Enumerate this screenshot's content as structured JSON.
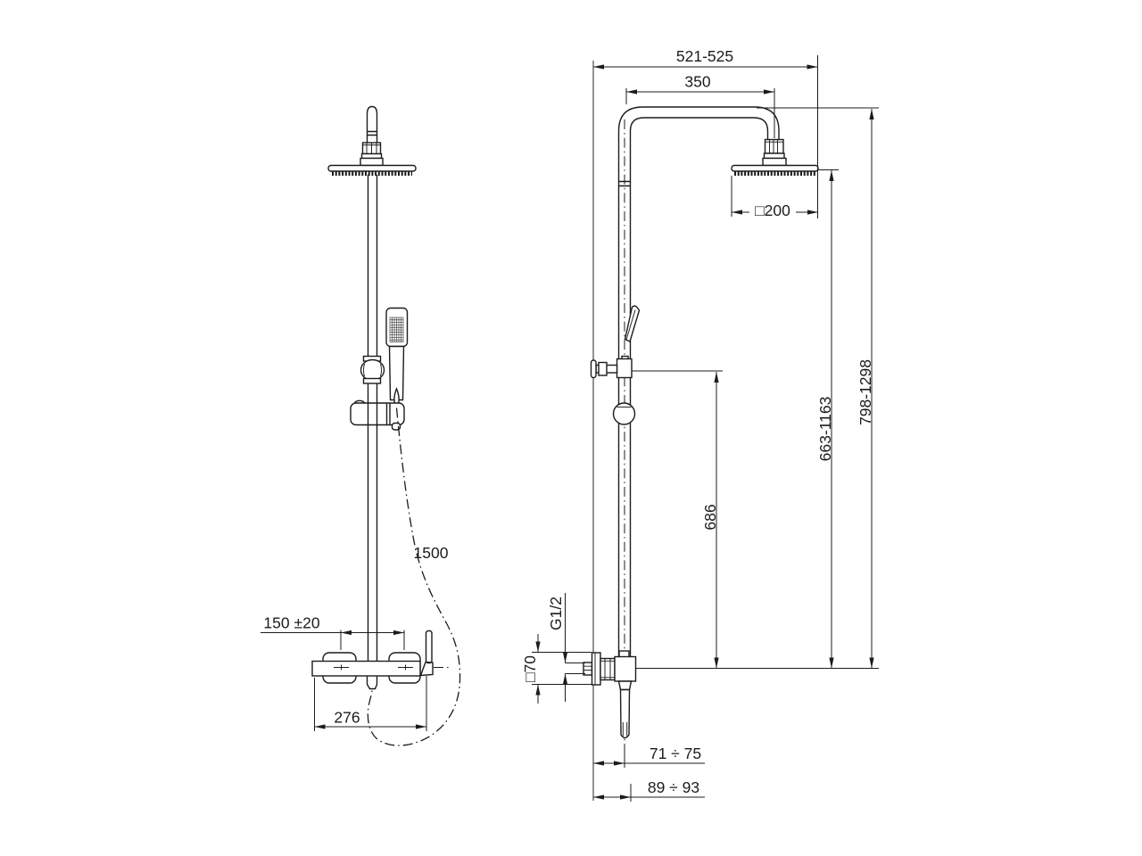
{
  "drawing": {
    "type": "technical-installation-drawing",
    "subject": "shower column with overhead shower, hand shower and wall mixer",
    "background_color": "#ffffff",
    "line_color": "#1c1c1c",
    "views": [
      "front-view",
      "side-view"
    ],
    "dimensions": {
      "top_width": "521-525",
      "arm_reach": "350",
      "head_width": "□200",
      "overall_height": "798-1298",
      "head_height": "663-1163",
      "holder_height": "686",
      "hose_length": "1500",
      "inlet_spacing": "150 ±20",
      "mixer_width": "276",
      "connection_thread": "G1/2",
      "escutcheon_size": "□70",
      "wall_distance_min": "71 ÷ 75",
      "wall_distance_max": "89 ÷ 93"
    }
  }
}
